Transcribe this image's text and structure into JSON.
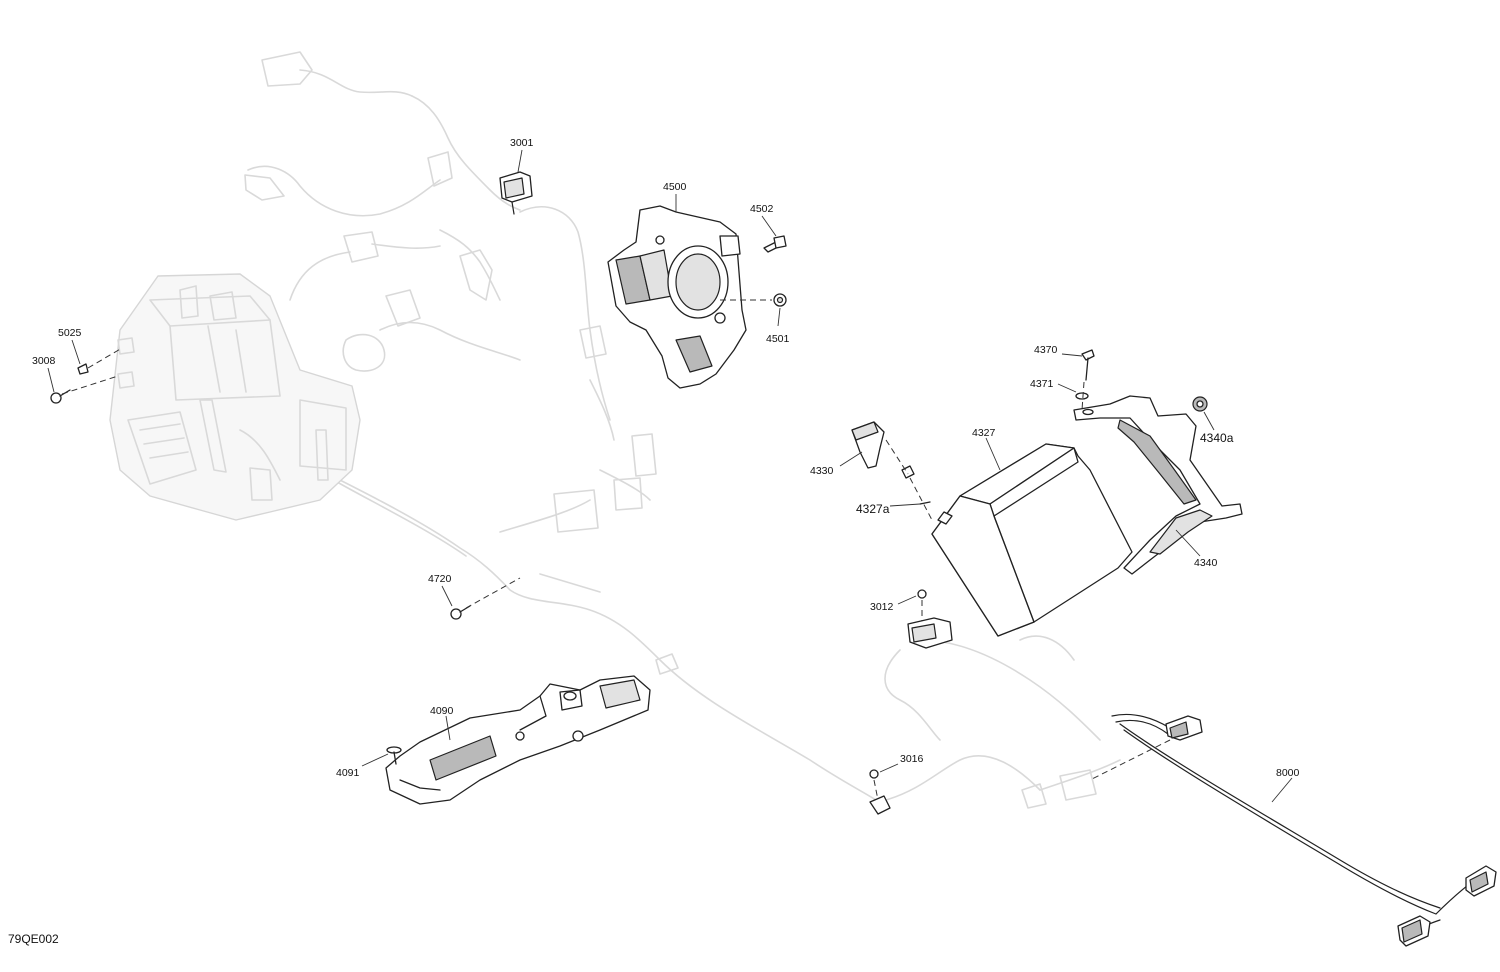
{
  "callouts": [
    {
      "id": "3001",
      "text": "3001"
    },
    {
      "id": "4500",
      "text": "4500"
    },
    {
      "id": "4502",
      "text": "4502"
    },
    {
      "id": "4501",
      "text": "4501"
    },
    {
      "id": "5025",
      "text": "5025"
    },
    {
      "id": "3008",
      "text": "3008"
    },
    {
      "id": "4370",
      "text": "4370"
    },
    {
      "id": "4371",
      "text": "4371"
    },
    {
      "id": "4327",
      "text": "4327"
    },
    {
      "id": "4340a",
      "text": "4340a"
    },
    {
      "id": "4330",
      "text": "4330"
    },
    {
      "id": "4327a",
      "text": "4327a"
    },
    {
      "id": "4340",
      "text": "4340"
    },
    {
      "id": "4720",
      "text": "4720"
    },
    {
      "id": "3012",
      "text": "3012"
    },
    {
      "id": "4090",
      "text": "4090"
    },
    {
      "id": "4091",
      "text": "4091"
    },
    {
      "id": "3016",
      "text": "3016"
    },
    {
      "id": "8000",
      "text": "8000"
    }
  ],
  "diagram_code": "79QE002",
  "colors": {
    "line": "#222222",
    "ghost": "#d9d9d9",
    "shade": "#b9b9b9"
  }
}
